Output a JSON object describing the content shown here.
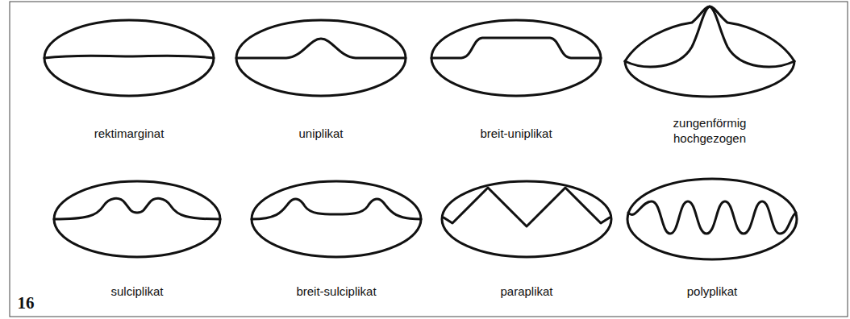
{
  "diagram": {
    "labels": [
      "rektimarginat",
      "uniplikat",
      "breit-uniplikat",
      "zungenförmig hochgezogen",
      "sulciplikat",
      "breit-sulciplikat",
      "paraplikat",
      "polyplikat",
      "16"
    ]
  }
}
